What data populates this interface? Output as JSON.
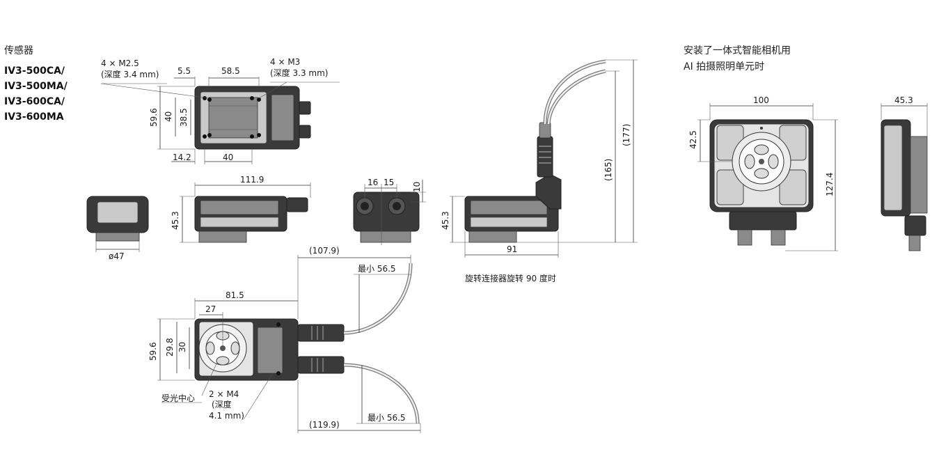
{
  "header": {
    "sensor_label": "传感器",
    "models": [
      "IV3-500CA/",
      "IV3-500MA/",
      "IV3-600CA/",
      "IV3-600MA"
    ]
  },
  "top_view": {
    "callout_left": {
      "line1": "4 × M2.5",
      "line2": "(深度 3.4 mm)"
    },
    "callout_right": {
      "line1": "4 × M3",
      "line2": "(深度 3.3 mm)"
    },
    "dims": {
      "offset": "5.5",
      "hole_span_w": "58.5",
      "height": "59.6",
      "hole_h_inner": "40",
      "hole_h": "38.5",
      "left_offset": "14.2",
      "hole_w": "40"
    }
  },
  "side_views": {
    "front_diameter": "ø47",
    "side_length": "111.9",
    "side_height": "45.3",
    "back_d1": "16",
    "back_d2": "15",
    "back_d3": "10"
  },
  "rotated_view": {
    "height": "45.3",
    "width": "91",
    "dim_165": "(165)",
    "dim_177": "(177)",
    "caption": "旋转连接器旋转 90 度时"
  },
  "front_view": {
    "width": "81.5",
    "center_x": "27",
    "height": "59.6",
    "hole_h": "29.8",
    "center_h": "30",
    "dim_107": "(107.9)",
    "dim_119": "(119.9)",
    "min_bend_top": "最小 56.5",
    "min_bend_bottom": "最小 56.5",
    "optical_center": "受光中心",
    "callout": {
      "line1": "2 × M4",
      "line2": "(深度",
      "line3": "4.1 mm)"
    }
  },
  "lighting": {
    "title_line1": "安装了一体式智能相机用",
    "title_line2": "AI 拍摄照明单元时",
    "width": "100",
    "center_h": "42.5",
    "height": "127.4",
    "depth": "45.3"
  }
}
